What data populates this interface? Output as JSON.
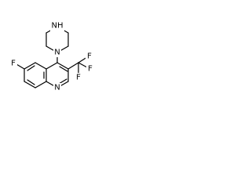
{
  "molecule": {
    "atoms": {
      "nh": "NH",
      "pip_n": "N",
      "f_ring": "F",
      "quin_n": "N",
      "f_a": "F",
      "f_b": "F",
      "f_c": "F"
    },
    "colors": {
      "bond": "#000000",
      "label": "#000000",
      "background": "#ffffff"
    }
  }
}
